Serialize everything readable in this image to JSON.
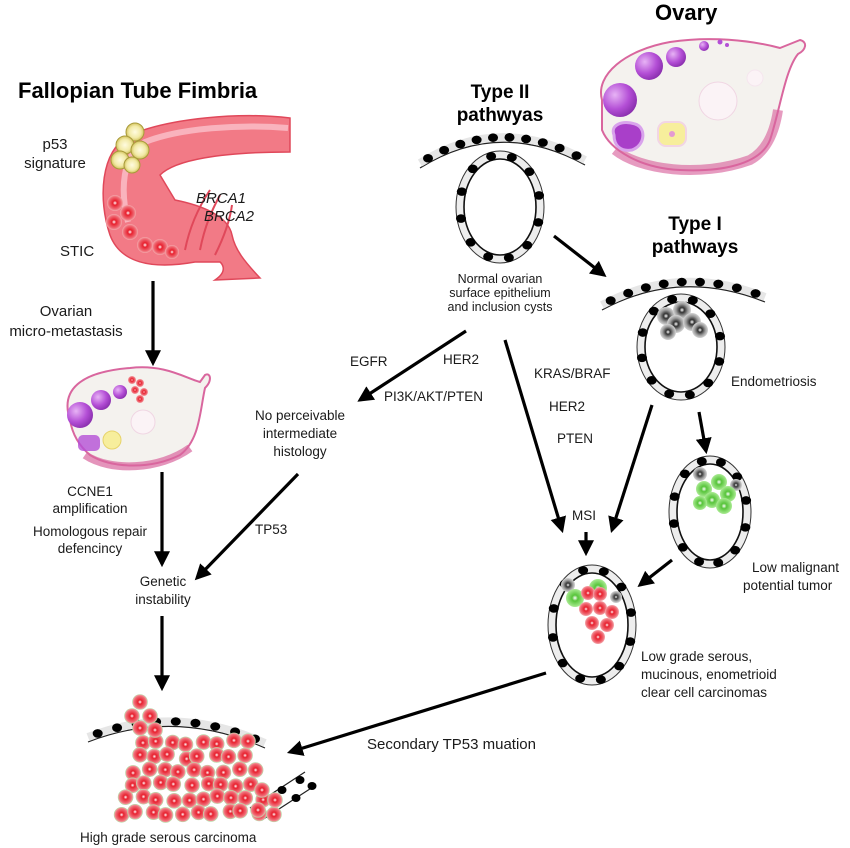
{
  "titles": {
    "fallopian": "Fallopian Tube Fimbria",
    "ovary": "Ovary",
    "type2_line1": "Type II",
    "type2_line2": "pathwyas",
    "type1_line1": "Type I",
    "type1_line2": "pathways"
  },
  "fallopian_labels": {
    "p53_line1": "p53",
    "p53_line2": "signature",
    "brca1": "BRCA1",
    "brca2": "BRCA2",
    "stic": "STIC",
    "micro_line1": "Ovarian",
    "micro_line2": "micro-metastasis"
  },
  "left_branch": {
    "ccne1_line1": "CCNE1",
    "ccne1_line2": "amplification",
    "hrd_line1": "Homologous repair",
    "hrd_line2": "defencincy",
    "genetic_line1": "Genetic",
    "genetic_line2": "instability",
    "hgsc": "High grade serous carcinoma"
  },
  "type2_branch": {
    "normal_line1": "Normal ovarian",
    "normal_line2": "surface epithelium",
    "normal_line3": "and inclusion cysts",
    "egfr": "EGFR",
    "her2": "HER2",
    "pi3k": "PI3K/AKT/PTEN",
    "noperc_line1": "No perceivable",
    "noperc_line2": "intermediate",
    "noperc_line3": "histology",
    "tp53": "TP53"
  },
  "type1_branch": {
    "kras": "KRAS/BRAF",
    "her2": "HER2",
    "pten": "PTEN",
    "endometriosis": "Endometriosis",
    "msi": "MSI",
    "lmp_line1": "Low malignant",
    "lmp_line2": "potential tumor",
    "lowgrade_line1": "Low grade serous,",
    "lowgrade_line2": "mucinous, enometrioid",
    "lowgrade_line3": "clear cell carcinomas",
    "secondary": "Secondary TP53 muation"
  },
  "colors": {
    "tube": "#f27a86",
    "tube_inner": "#f9b3bd",
    "ovary_body": "#f4f2ee",
    "ovary_edge": "#d9669e",
    "follicle": "#b44fd6",
    "cell_red": "#e8202e",
    "cell_green": "#7ddc5a",
    "cell_gray": "#8c8c8c",
    "p53_cell": "#f2eaa6"
  }
}
